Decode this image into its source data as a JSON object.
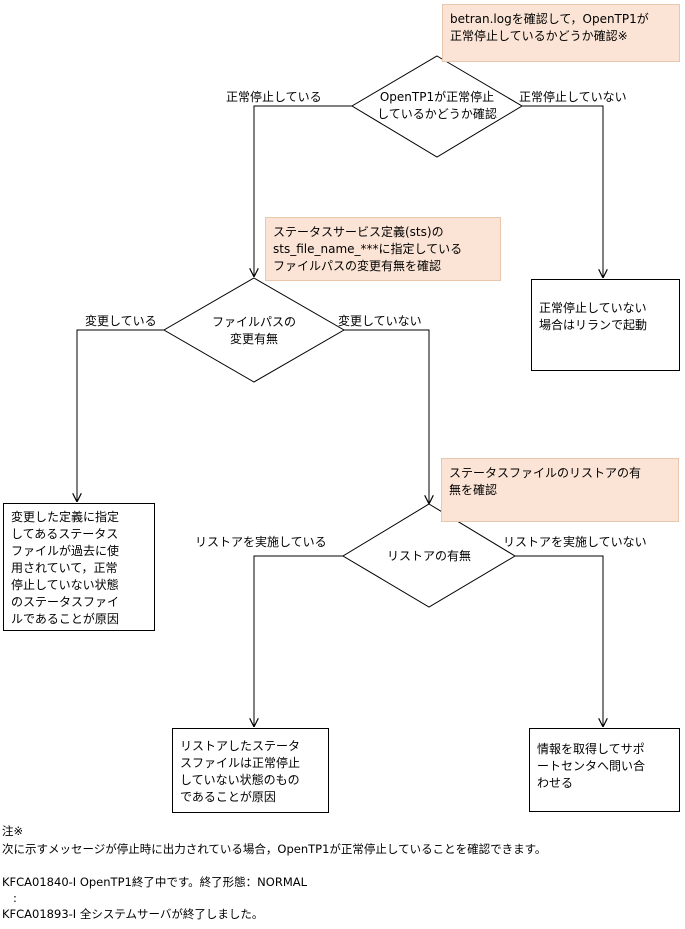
{
  "notes": {
    "check_log": "betran.logを確認して，OpenTP1が\n正常停止しているかどうか確認※",
    "check_path": "ステータスサービス定義(sts)の\nsts_file_name_***に指定している\nファイルパスの変更有無を確認",
    "check_restore": "ステータスファイルのリストアの有\n無を確認"
  },
  "decisions": {
    "d1": "OpenTP1が正常停止\nしているかどうか確認",
    "d2": "ファイルパスの\n変更有無",
    "d3": "リストアの有無"
  },
  "edges": {
    "d1_left": "正常停止している",
    "d1_right": "正常停止していない",
    "d2_left": "変更している",
    "d2_right": "変更していない",
    "d3_left": "リストアを実施している",
    "d3_right": "リストアを実施していない"
  },
  "results": {
    "rerun": "正常停止していない\n場合はリランで起動",
    "changed_def": "変更した定義に指定\nしてあるステータス\nファイルが過去に使\n用されていて，正常\n停止していない状態\nのステータスファイ\nルであることが原因",
    "restored_file": "リストアしたステータ\nスファイルは正常停止\nしていない状態のもの\nであることが原因",
    "support": "情報を取得してサポ\nートセンタへ問い合\nわせる"
  },
  "footer": {
    "note_mark": "注※",
    "note_text": "次に示すメッセージが停止時に出力されている場合，OpenTP1が正常停止していることを確認できます。",
    "msg1": "KFCA01840-I OpenTP1終了中です。終了形態：NORMAL",
    "ellipsis": "   :",
    "msg2": "KFCA01893-I 全システムサーバが終了しました。"
  }
}
